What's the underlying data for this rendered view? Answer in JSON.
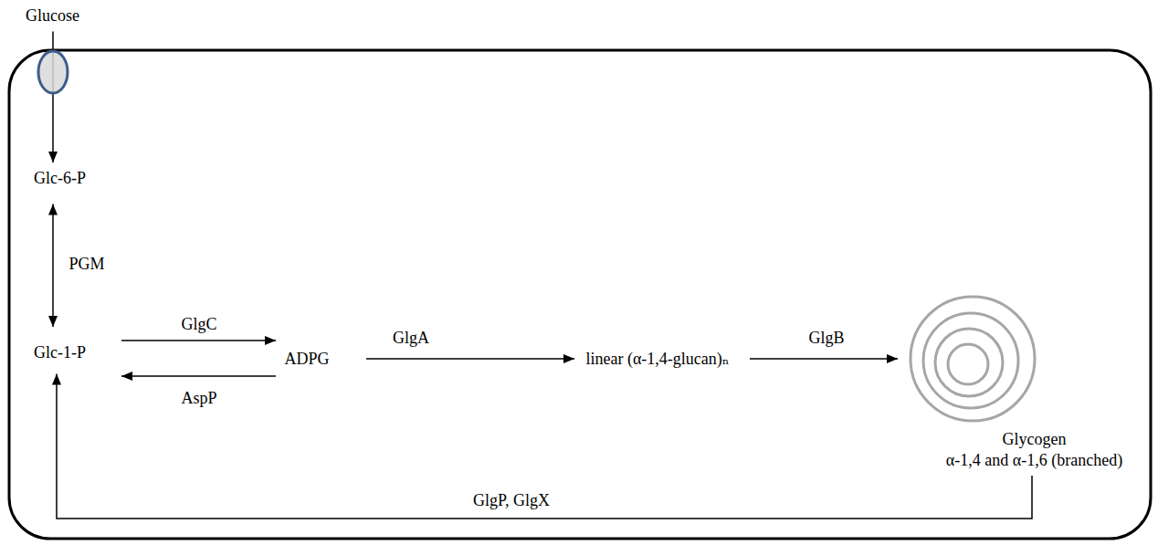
{
  "diagram": {
    "nodes": [
      {
        "text": [
          "Glucose"
        ]
      },
      {
        "text": [
          "Glc-6-P"
        ]
      },
      {
        "text": [
          "Glc-1-P"
        ]
      },
      {
        "text": [
          "ADPG"
        ]
      },
      {
        "text": [
          "linear (α-1,4-glucan)ₙ"
        ]
      },
      {
        "text": [
          "Glycogen",
          "α-1,4 and α-1,6 (branched)"
        ]
      }
    ],
    "edges": [
      {
        "from": 0,
        "to": 1,
        "arrow": "to"
      },
      {
        "from": 1,
        "to": 2,
        "label": "PGM",
        "arrow": "both"
      },
      {
        "from": 2,
        "to": 3,
        "label": "GlgC",
        "arrow": "to"
      },
      {
        "from": 3,
        "to": 2,
        "label": "AspP",
        "arrow": "to"
      },
      {
        "from": 3,
        "to": 4,
        "label": "GlgA",
        "arrow": "to"
      },
      {
        "from": 4,
        "to": 5,
        "label": "GlgB",
        "arrow": "to"
      },
      {
        "from": 5,
        "to": 2,
        "label": "GlgP, GlgX",
        "arrow": "to"
      }
    ]
  }
}
